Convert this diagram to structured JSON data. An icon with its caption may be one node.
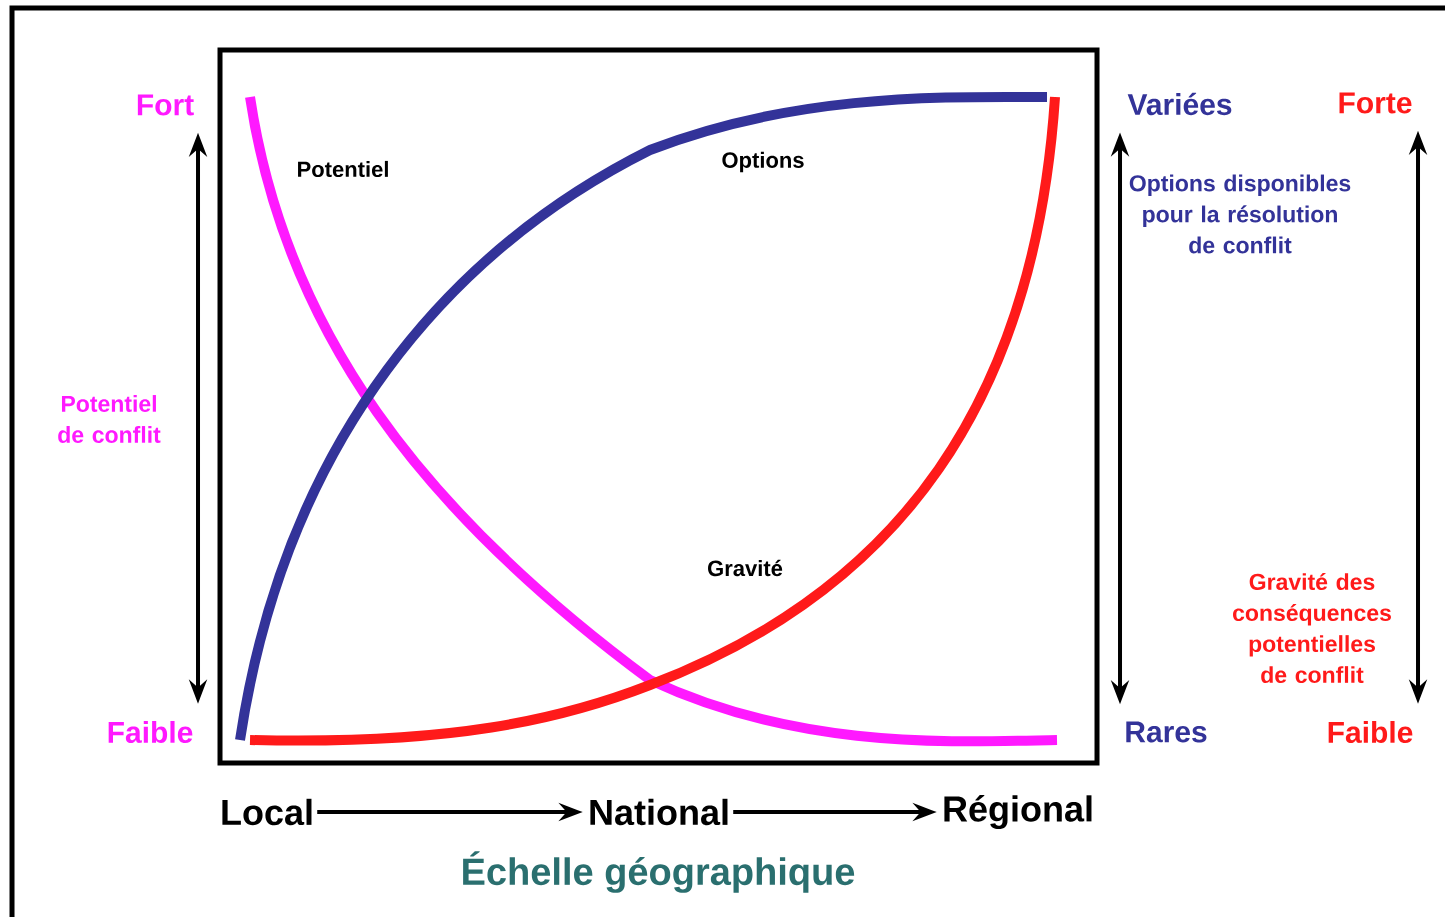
{
  "diagram": {
    "nodes": [
      {
        "text": [
          "Fort"
        ]
      },
      {
        "text": [
          "Faible"
        ]
      },
      {
        "text": [
          "Variées"
        ]
      },
      {
        "text": [
          "Rares"
        ]
      },
      {
        "text": [
          "Forte"
        ]
      },
      {
        "text": [
          "Faible"
        ]
      },
      {
        "text": [
          "Local"
        ]
      },
      {
        "text": [
          "National"
        ]
      },
      {
        "text": [
          "Régional"
        ]
      }
    ],
    "edges": [
      {
        "from": 0,
        "to": 1,
        "arrow": "both"
      },
      {
        "from": 2,
        "to": 3,
        "arrow": "both"
      },
      {
        "from": 4,
        "to": 5,
        "arrow": "both"
      },
      {
        "from": 6,
        "to": 7,
        "arrow": "to"
      },
      {
        "from": 7,
        "to": 8,
        "arrow": "to"
      }
    ],
    "labels": [
      "Potentiel",
      "Options",
      "Potentiel de conflit",
      "Options disponibles pour la résolution de conflit",
      "Gravité",
      "Gravité des conséquences potentielles de conflit",
      "Échelle géographique"
    ]
  }
}
